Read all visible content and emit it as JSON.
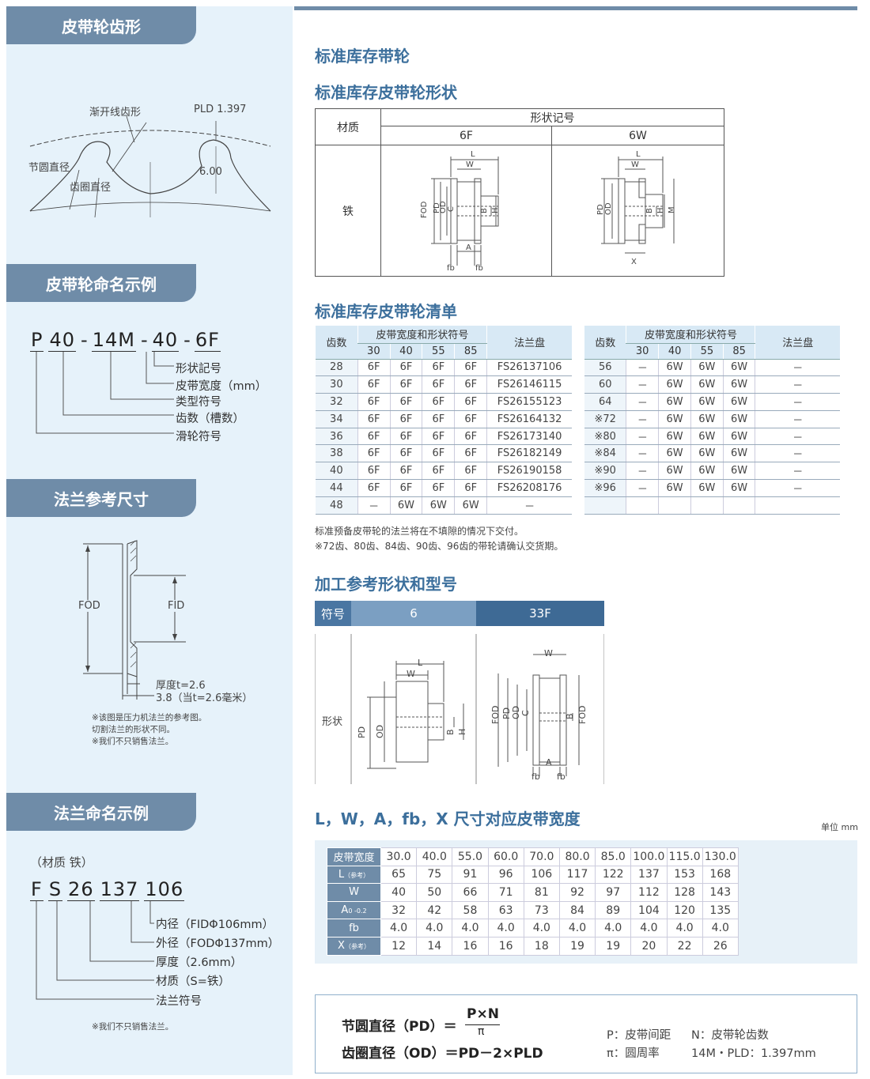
{
  "left": {
    "tooth": {
      "tab": "皮带轮齿形",
      "involute": "渐开线齿形",
      "pld": "PLD 1.397",
      "pitch_dia": "节圆直径",
      "root_dia": "齿圈直径",
      "depth": "6.00"
    },
    "naming": {
      "tab": "皮带轮命名示例",
      "tokens": [
        "P",
        "40",
        "14M",
        "40",
        "6F"
      ],
      "separators": [
        "-",
        "-",
        "-"
      ],
      "legend": [
        "形状記号",
        "皮带宽度（mm）",
        "类型符号",
        "齿数（槽数）",
        "滑轮符号"
      ]
    },
    "flange_dim": {
      "tab": "法兰参考尺寸",
      "fod": "FOD",
      "fid": "FID",
      "thickness": "厚度t=2.6",
      "thickness2": "3.8（当t=2.6毫米）",
      "notes": [
        "※该图是压力机法兰的参考图。",
        "切割法兰的形状不同。",
        "※我们不只销售法兰。"
      ]
    },
    "flange_naming": {
      "tab": "法兰命名示例",
      "material": "（材质 铁）",
      "tokens": [
        "F",
        "S",
        "26",
        "137",
        "106"
      ],
      "legend": [
        "内径（FIDΦ106mm）",
        "外径（FODΦ137mm）",
        "厚度（2.6mm）",
        "材质（S=铁）",
        "法兰符号"
      ],
      "note": "※我们不只销售法兰。"
    }
  },
  "right": {
    "title_stock": "标准库存带轮",
    "title_shape": "标准库存皮带轮形状",
    "shape_table": {
      "material_hdr": "材质",
      "shape_hdr": "形状记号",
      "cols": [
        "6F",
        "6W"
      ],
      "row_label": "铁"
    },
    "title_list": "标准库存皮带轮清单",
    "list_headers": {
      "teeth": "齿数",
      "width_shape": "皮带宽度和形状符号",
      "widths": [
        "30",
        "40",
        "55",
        "85"
      ],
      "flange": "法兰盘"
    },
    "list_left": [
      [
        "28",
        "6F",
        "6F",
        "6F",
        "6F",
        "FS26137106"
      ],
      [
        "30",
        "6F",
        "6F",
        "6F",
        "6F",
        "FS26146115"
      ],
      [
        "32",
        "6F",
        "6F",
        "6F",
        "6F",
        "FS26155123"
      ],
      [
        "34",
        "6F",
        "6F",
        "6F",
        "6F",
        "FS26164132"
      ],
      [
        "36",
        "6F",
        "6F",
        "6F",
        "6F",
        "FS26173140"
      ],
      [
        "38",
        "6F",
        "6F",
        "6F",
        "6F",
        "FS26182149"
      ],
      [
        "40",
        "6F",
        "6F",
        "6F",
        "6F",
        "FS26190158"
      ],
      [
        "44",
        "6F",
        "6F",
        "6F",
        "6F",
        "FS26208176"
      ],
      [
        "48",
        "－",
        "6W",
        "6W",
        "6W",
        "－"
      ]
    ],
    "list_right": [
      [
        "56",
        "－",
        "6W",
        "6W",
        "6W",
        "－"
      ],
      [
        "60",
        "－",
        "6W",
        "6W",
        "6W",
        "－"
      ],
      [
        "64",
        "－",
        "6W",
        "6W",
        "6W",
        "－"
      ],
      [
        "※72",
        "－",
        "6W",
        "6W",
        "6W",
        "－"
      ],
      [
        "※80",
        "－",
        "6W",
        "6W",
        "6W",
        "－"
      ],
      [
        "※84",
        "－",
        "6W",
        "6W",
        "6W",
        "－"
      ],
      [
        "※90",
        "－",
        "6W",
        "6W",
        "6W",
        "－"
      ],
      [
        "※96",
        "－",
        "6W",
        "6W",
        "6W",
        "－"
      ],
      [
        "",
        "",
        "",
        "",
        "",
        ""
      ]
    ],
    "list_notes": [
      "标准预备皮带轮的法兰将在不填隙的情况下交付。",
      "※72齿、80齿、84齿、90齿、96齿的带轮请确认交货期。"
    ],
    "title_proc": "加工参考形状和型号",
    "proc": {
      "symbol": "符号",
      "cols": [
        "6",
        "33F"
      ],
      "row_label": "形状"
    },
    "title_dims": "L，W，A，fb，X 尺寸对应皮带宽度",
    "unit": "单位 mm",
    "dims": {
      "header_label": "皮带宽度",
      "widths": [
        "30.0",
        "40.0",
        "55.0",
        "60.0",
        "70.0",
        "80.0",
        "85.0",
        "100.0",
        "115.0",
        "130.0"
      ],
      "rows": [
        {
          "label": "L",
          "sub": "（参考）",
          "values": [
            "65",
            "75",
            "91",
            "96",
            "106",
            "117",
            "122",
            "137",
            "153",
            "168"
          ]
        },
        {
          "label": "W",
          "sub": "",
          "values": [
            "40",
            "50",
            "66",
            "71",
            "81",
            "92",
            "97",
            "112",
            "128",
            "143"
          ]
        },
        {
          "label": "A",
          "sub": "0  -0.2",
          "values": [
            "32",
            "42",
            "58",
            "63",
            "73",
            "84",
            "89",
            "104",
            "120",
            "135"
          ]
        },
        {
          "label": "fb",
          "sub": "",
          "values": [
            "4.0",
            "4.0",
            "4.0",
            "4.0",
            "4.0",
            "4.0",
            "4.0",
            "4.0",
            "4.0",
            "4.0"
          ]
        },
        {
          "label": "X",
          "sub": "（参考）",
          "values": [
            "12",
            "14",
            "16",
            "16",
            "18",
            "19",
            "19",
            "20",
            "22",
            "26"
          ]
        }
      ]
    },
    "formula": {
      "pd_label": "节圆直径（PD）＝",
      "numerator": "P×N",
      "denominator": "π",
      "od_label": "齿圈直径（OD）＝PD－2×PLD",
      "p_def": "P：皮带间距",
      "n_def": "N：皮带轮齿数",
      "pi_def": "π：圆周率",
      "pld_def": "14M・PLD：1.397mm"
    }
  },
  "colors": {
    "tab": "#6f8ca8",
    "heading": "#3c6f9c",
    "left_bg": "#e6f2fa",
    "header_bg": "#d8e9f5",
    "proc_header_light": "#5d86ad",
    "proc_header_dark": "#3e6a95"
  }
}
